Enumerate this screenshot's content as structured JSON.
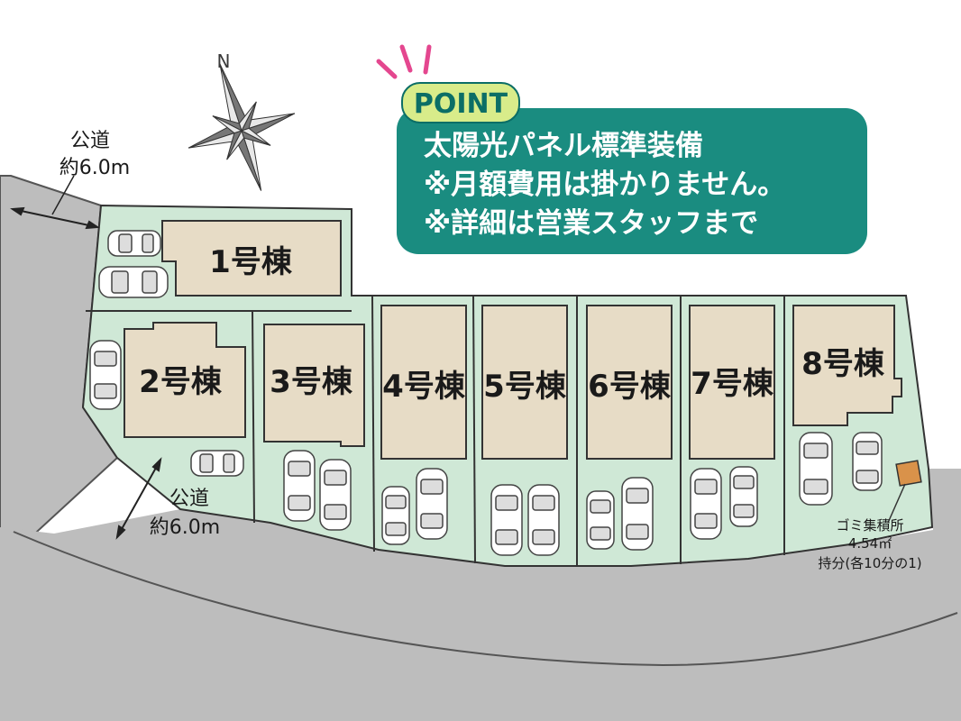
{
  "roads": {
    "north_west": {
      "label": "公道",
      "width": "約6.0m"
    },
    "south": {
      "label": "公道",
      "width": "約6.0m"
    }
  },
  "compass": {
    "north": "N"
  },
  "point": {
    "badge": "POINT",
    "lines": [
      "太陽光パネル標準装備",
      "※月額費用は掛かりません。",
      "※詳細は営業スタッフまで"
    ]
  },
  "plots": [
    {
      "label": "1号棟"
    },
    {
      "label": "2号棟"
    },
    {
      "label": "3号棟"
    },
    {
      "label": "4号棟"
    },
    {
      "label": "5号棟"
    },
    {
      "label": "6号棟"
    },
    {
      "label": "7号棟"
    },
    {
      "label": "8号棟"
    }
  ],
  "garbage": {
    "name": "ゴミ集積所",
    "area": "4.54㎡",
    "share": "持分(各10分の1)"
  },
  "colors": {
    "lot": "#cfe8d6",
    "building": "#e7dcc6",
    "road": "#bdbdbd",
    "point_box": "#1a8c80",
    "point_badge": "#d8ec8a",
    "accent_pink": "#e4478f",
    "garbage": "#d9924a"
  }
}
